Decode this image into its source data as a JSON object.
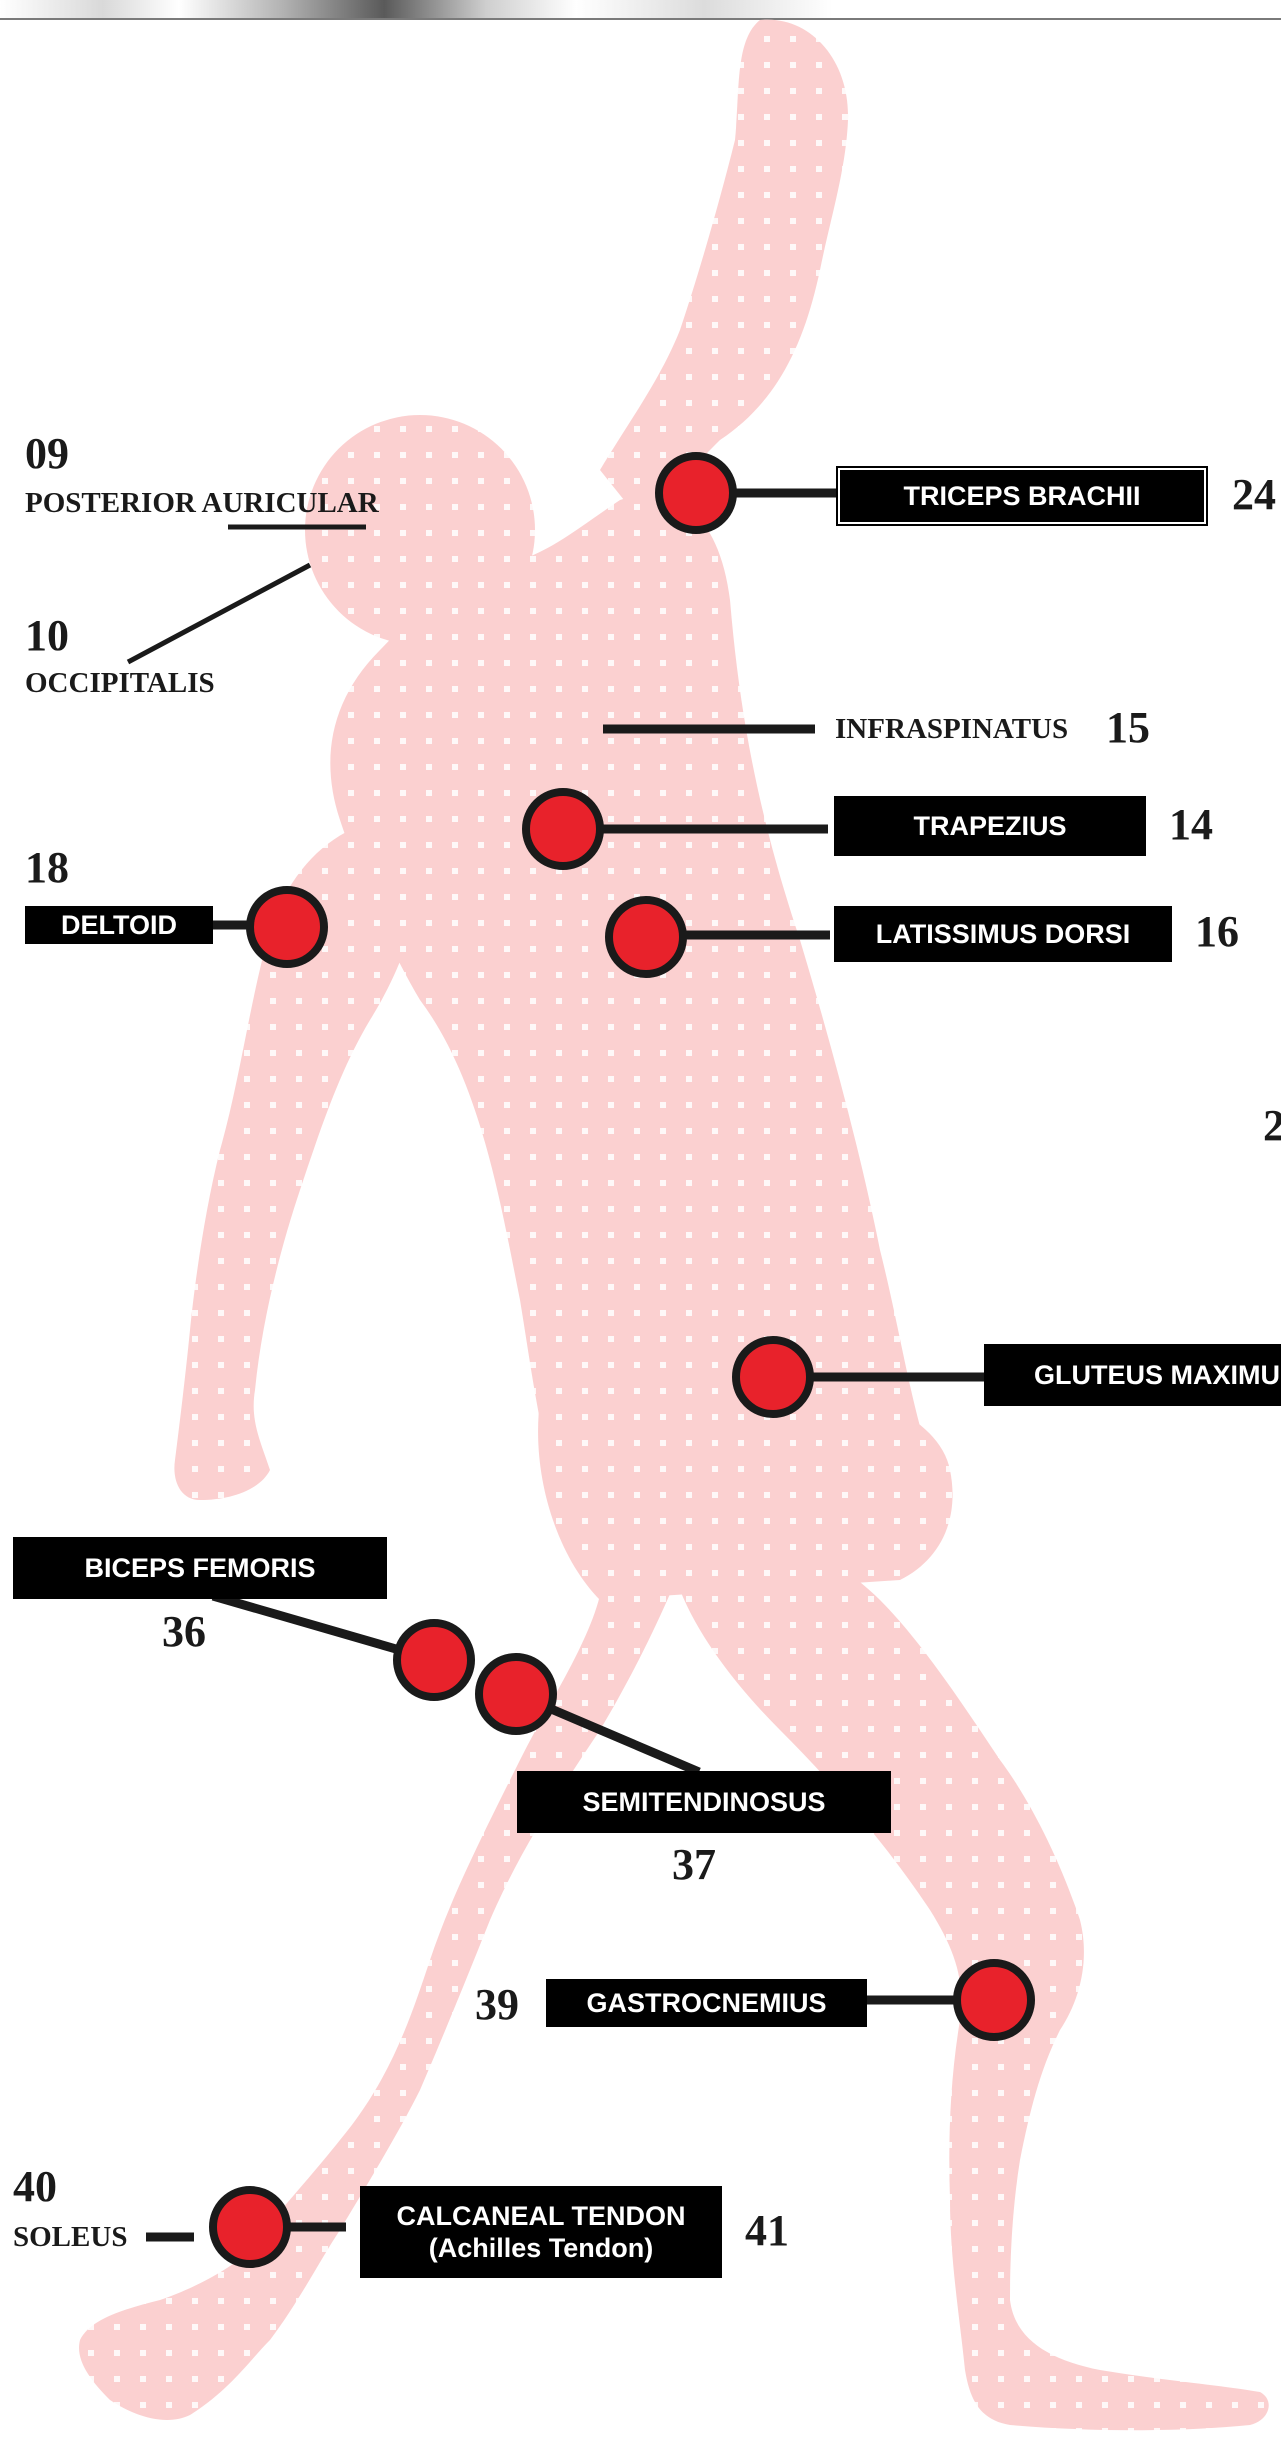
{
  "muscles": [
    {
      "id": "09",
      "number": "09",
      "name": "POSTERIOR\nAURICULAR",
      "style": "plain"
    },
    {
      "id": "10",
      "number": "10",
      "name": "OCCIPITALIS",
      "style": "plain"
    },
    {
      "id": "24",
      "number": "24",
      "name": "TRICEPS BRACHII",
      "style": "boxed"
    },
    {
      "id": "15",
      "number": "15",
      "name": "INFRASPINATUS",
      "style": "plain"
    },
    {
      "id": "14",
      "number": "14",
      "name": "TRAPEZIUS",
      "style": "boxed"
    },
    {
      "id": "18",
      "number": "18",
      "name": "DELTOID",
      "style": "boxed"
    },
    {
      "id": "16",
      "number": "16",
      "name": "LATISSIMUS DORSI",
      "style": "boxed"
    },
    {
      "id": "2x",
      "number": "2",
      "name": "",
      "style": "number-only"
    },
    {
      "id": "gm",
      "number": "",
      "name": "GLUTEUS MAXIMU",
      "style": "boxed"
    },
    {
      "id": "36",
      "number": "36",
      "name": "BICEPS FEMORIS",
      "style": "boxed"
    },
    {
      "id": "37",
      "number": "37",
      "name": "SEMITENDINOSUS",
      "style": "boxed"
    },
    {
      "id": "39",
      "number": "39",
      "name": "GASTROCNEMIUS",
      "style": "boxed"
    },
    {
      "id": "40",
      "number": "40",
      "name": "SOLEUS",
      "style": "plain"
    },
    {
      "id": "41",
      "number": "41",
      "name": "CALCANEAL TENDON\n(Achilles Tendon)",
      "style": "boxed"
    }
  ],
  "colors": {
    "body_fill": "#fbd0d0",
    "body_dot": "#ffffff",
    "marker_fill": "#e8222b",
    "marker_stroke": "#1a1a1a",
    "leader": "#1a1a1a",
    "label_box": "#000000",
    "label_text": "#ffffff"
  }
}
